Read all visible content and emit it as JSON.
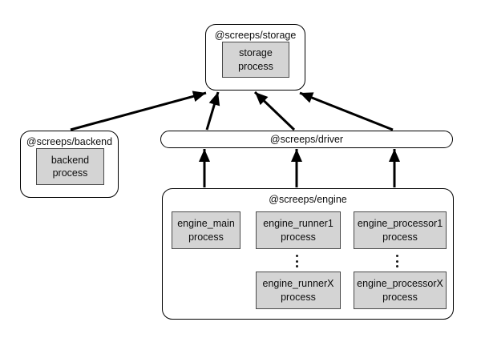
{
  "nodes": {
    "storage": {
      "title": "@screeps/storage",
      "process": "storage\nprocess"
    },
    "backend": {
      "title": "@screeps/backend",
      "process": "backend\nprocess"
    },
    "driver": {
      "title": "@screeps/driver"
    },
    "engine": {
      "title": "@screeps/engine",
      "main": "engine_main\nprocess",
      "runner1": "engine_runner1\nprocess",
      "runnerX": "engine_runnerX\nprocess",
      "processor1": "engine_processor1\nprocess",
      "processorX": "engine_processorX\nprocess"
    }
  },
  "edges": [
    {
      "from": "backend",
      "to": "storage"
    },
    {
      "from": "driver",
      "to": "storage"
    },
    {
      "from": "driver",
      "to": "storage"
    },
    {
      "from": "driver",
      "to": "storage"
    },
    {
      "from": "engine",
      "to": "driver"
    },
    {
      "from": "engine",
      "to": "driver"
    },
    {
      "from": "engine",
      "to": "driver"
    }
  ],
  "colors": {
    "process_fill": "#d4d4d4",
    "line": "#000000",
    "background": "#ffffff"
  }
}
